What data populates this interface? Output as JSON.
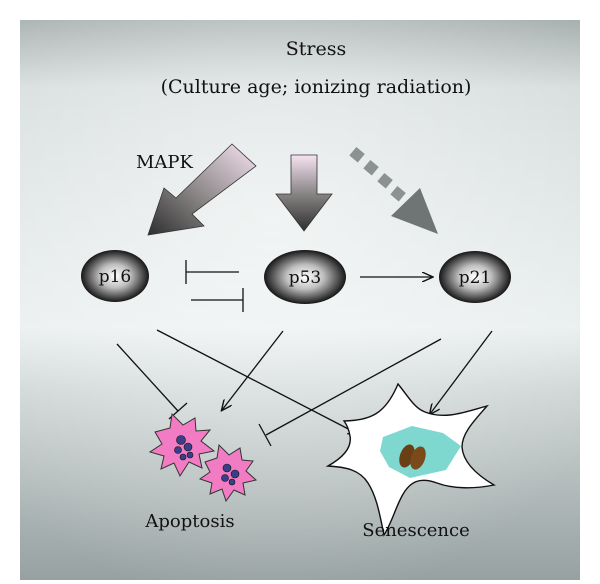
{
  "stress": {
    "title": "Stress",
    "subtitle": "(Culture age; ionizing radiation)"
  },
  "mapk_label": "MAPK",
  "nodes": {
    "p16": "p16",
    "p53": "p53",
    "p21": "p21"
  },
  "outcomes": {
    "apoptosis": "Apoptosis",
    "senescence": "Senescence"
  },
  "colors": {
    "panel_light": "#e6ebeb",
    "panel_dark": "#9fa9a9",
    "node_dark": "#1c1c1c",
    "node_light": "#f4f4f4",
    "arrow_dark": "#3d3d3d",
    "arrow_light": "#f4dcef",
    "dashed_arrow": "#8a8f8f",
    "apoptosis_fill": "#f07fc0",
    "nucleus": "#3a3f8a",
    "cell_fill": "#ffffff",
    "senescence_nucleus_area": "#7fd8cf",
    "senescence_nucleus": "#6b3f14"
  }
}
